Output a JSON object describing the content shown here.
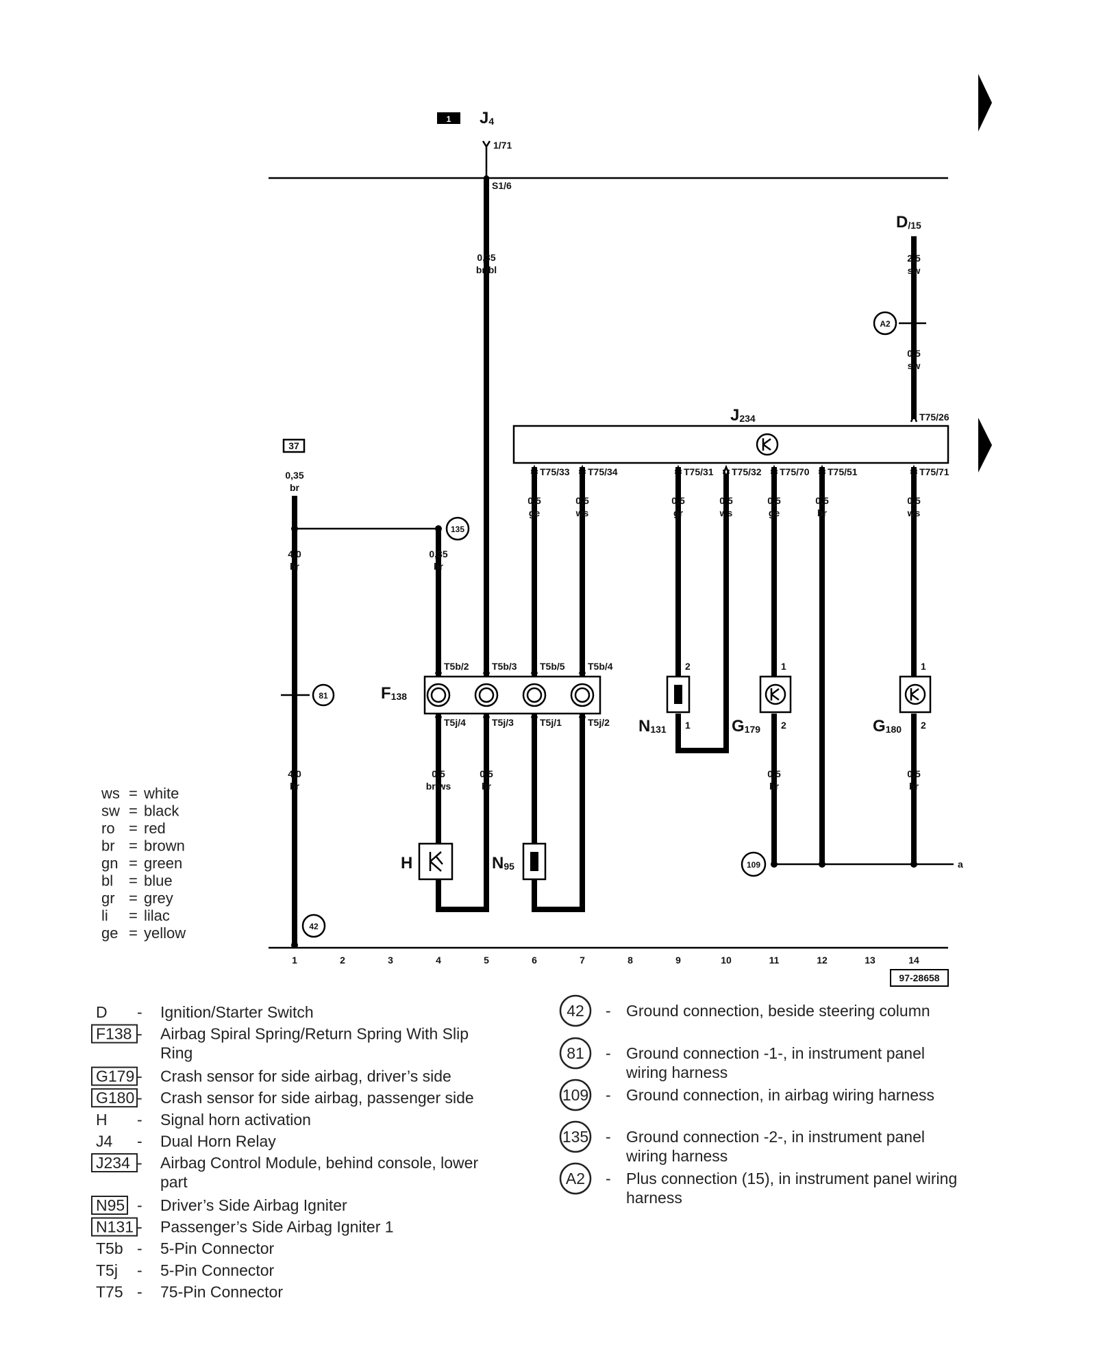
{
  "diagram": {
    "page_marker": "1",
    "j4": {
      "letter": "J",
      "sub": "4"
    },
    "j4_pin": "1/71",
    "s16": "S1/6",
    "wire_j4": {
      "size": "0,35",
      "color": "br/bl"
    },
    "d15": {
      "letter": "D",
      "sub": "/15"
    },
    "wire_d_top": {
      "size": "2,5",
      "color": "sw"
    },
    "wire_d_bottom": {
      "size": "0,5",
      "color": "sw"
    },
    "a2": "A2",
    "j234": {
      "letter": "J",
      "sub": "234"
    },
    "t75_26": "T75/26",
    "fuse_37": "37",
    "wire_37": {
      "size": "0,35",
      "color": "br"
    },
    "wire_c1_top": {
      "size": "4,0",
      "color": "br"
    },
    "wire_c1_bottom": {
      "size": "4,0",
      "color": "br"
    },
    "wire_c4_top": {
      "size": "0,35",
      "color": "br"
    },
    "g135": "135",
    "g81": "81",
    "g42": "42",
    "g109": "109",
    "pins_j234": [
      "T75/33",
      "T75/34",
      "T75/31",
      "T75/32",
      "T75/70",
      "T75/51",
      "T75/71"
    ],
    "wires_j234": [
      {
        "size": "0,5",
        "color": "ge"
      },
      {
        "size": "0,5",
        "color": "ws"
      },
      {
        "size": "0,5",
        "color": "gr"
      },
      {
        "size": "0,5",
        "color": "ws"
      },
      {
        "size": "0,5",
        "color": "ge"
      },
      {
        "size": "0,5",
        "color": "br"
      },
      {
        "size": "0,5",
        "color": "ws"
      }
    ],
    "f138": {
      "letter": "F",
      "sub": "138"
    },
    "pins_t5b": [
      "T5b/2",
      "T5b/3",
      "T5b/5",
      "T5b/4"
    ],
    "pins_t5j": [
      "T5j/4",
      "T5j/3",
      "T5j/1",
      "T5j/2"
    ],
    "wires_t5j": [
      {
        "size": "0,5",
        "color": "br/ws"
      },
      {
        "size": "0,5",
        "color": "br"
      }
    ],
    "n131": {
      "letter": "N",
      "sub": "131"
    },
    "g179": {
      "letter": "G",
      "sub": "179"
    },
    "g180": {
      "letter": "G",
      "sub": "180"
    },
    "h": "H",
    "n95": {
      "letter": "N",
      "sub": "95"
    },
    "pin_1": "1",
    "pin_2": "2",
    "wire_g179": {
      "size": "0,5",
      "color": "br"
    },
    "wire_g180": {
      "size": "0,5",
      "color": "br"
    },
    "continue_a": "a",
    "columns": [
      "1",
      "2",
      "3",
      "4",
      "5",
      "6",
      "7",
      "8",
      "9",
      "10",
      "11",
      "12",
      "13",
      "14"
    ],
    "figure_id": "97-28658"
  },
  "color_legend": [
    {
      "code": "ws",
      "name": "white"
    },
    {
      "code": "sw",
      "name": "black"
    },
    {
      "code": "ro",
      "name": "red"
    },
    {
      "code": "br",
      "name": "brown"
    },
    {
      "code": "gn",
      "name": "green"
    },
    {
      "code": "bl",
      "name": "blue"
    },
    {
      "code": "gr",
      "name": "grey"
    },
    {
      "code": "li",
      "name": "lilac"
    },
    {
      "code": "ge",
      "name": "yellow"
    }
  ],
  "component_key": [
    {
      "code": "D",
      "boxed": false,
      "lines": [
        "Ignition/Starter Switch"
      ]
    },
    {
      "code": "F138",
      "boxed": true,
      "lines": [
        "Airbag Spiral Spring/Return Spring With Slip",
        "Ring"
      ]
    },
    {
      "code": "G179",
      "boxed": true,
      "lines": [
        "Crash sensor for side airbag, driver’s side"
      ]
    },
    {
      "code": "G180",
      "boxed": true,
      "lines": [
        "Crash sensor for side airbag, passenger side"
      ]
    },
    {
      "code": "H",
      "boxed": false,
      "lines": [
        "Signal horn activation"
      ]
    },
    {
      "code": "J4",
      "boxed": false,
      "lines": [
        "Dual Horn Relay"
      ]
    },
    {
      "code": "J234",
      "boxed": true,
      "lines": [
        "Airbag Control Module, behind console, lower",
        "part"
      ]
    },
    {
      "code": "N95",
      "boxed": true,
      "lines": [
        "Driver’s Side Airbag Igniter"
      ]
    },
    {
      "code": "N131",
      "boxed": true,
      "lines": [
        "Passenger’s Side Airbag Igniter 1"
      ]
    },
    {
      "code": "T5b",
      "boxed": false,
      "lines": [
        "5-Pin Connector"
      ]
    },
    {
      "code": "T5j",
      "boxed": false,
      "lines": [
        "5-Pin Connector"
      ]
    },
    {
      "code": "T75",
      "boxed": false,
      "lines": [
        "75-Pin Connector"
      ]
    }
  ],
  "ground_key": [
    {
      "code": "42",
      "lines": [
        "Ground connection, beside steering column"
      ]
    },
    {
      "code": "81",
      "lines": [
        "Ground connection -1-, in instrument panel",
        "wiring harness"
      ]
    },
    {
      "code": "109",
      "lines": [
        "Ground connection, in airbag wiring harness"
      ]
    },
    {
      "code": "135",
      "lines": [
        "Ground connection -2-, in instrument panel",
        "wiring harness"
      ]
    },
    {
      "code": "A2",
      "lines": [
        "Plus connection (15), in instrument panel wiring",
        "harness"
      ]
    }
  ]
}
